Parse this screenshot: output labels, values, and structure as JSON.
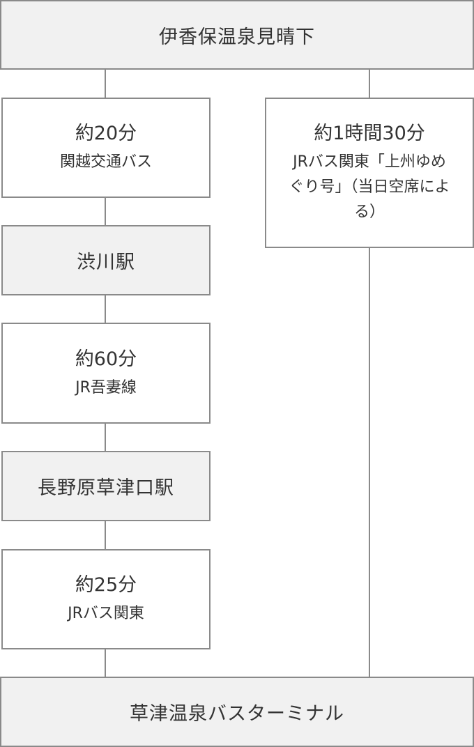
{
  "stations": {
    "start": "伊香保温泉見晴下",
    "shibukawa": "渋川駅",
    "naganohara": "長野原草津口駅",
    "end": "草津温泉バスターミナル"
  },
  "left_route": {
    "leg1": {
      "duration": "約20分",
      "mode": "関越交通バス"
    },
    "leg2": {
      "duration": "約60分",
      "mode": "JR吾妻線"
    },
    "leg3": {
      "duration": "約25分",
      "mode": "JRバス関東"
    }
  },
  "right_route": {
    "leg1": {
      "duration": "約1時間30分",
      "mode": "JRバス関東「上州ゆめぐり号」（当日空席による）"
    }
  },
  "colors": {
    "border": "#8a8a8a",
    "station_fill": "#f1f1f1",
    "leg_fill": "#ffffff",
    "text": "#333333"
  }
}
